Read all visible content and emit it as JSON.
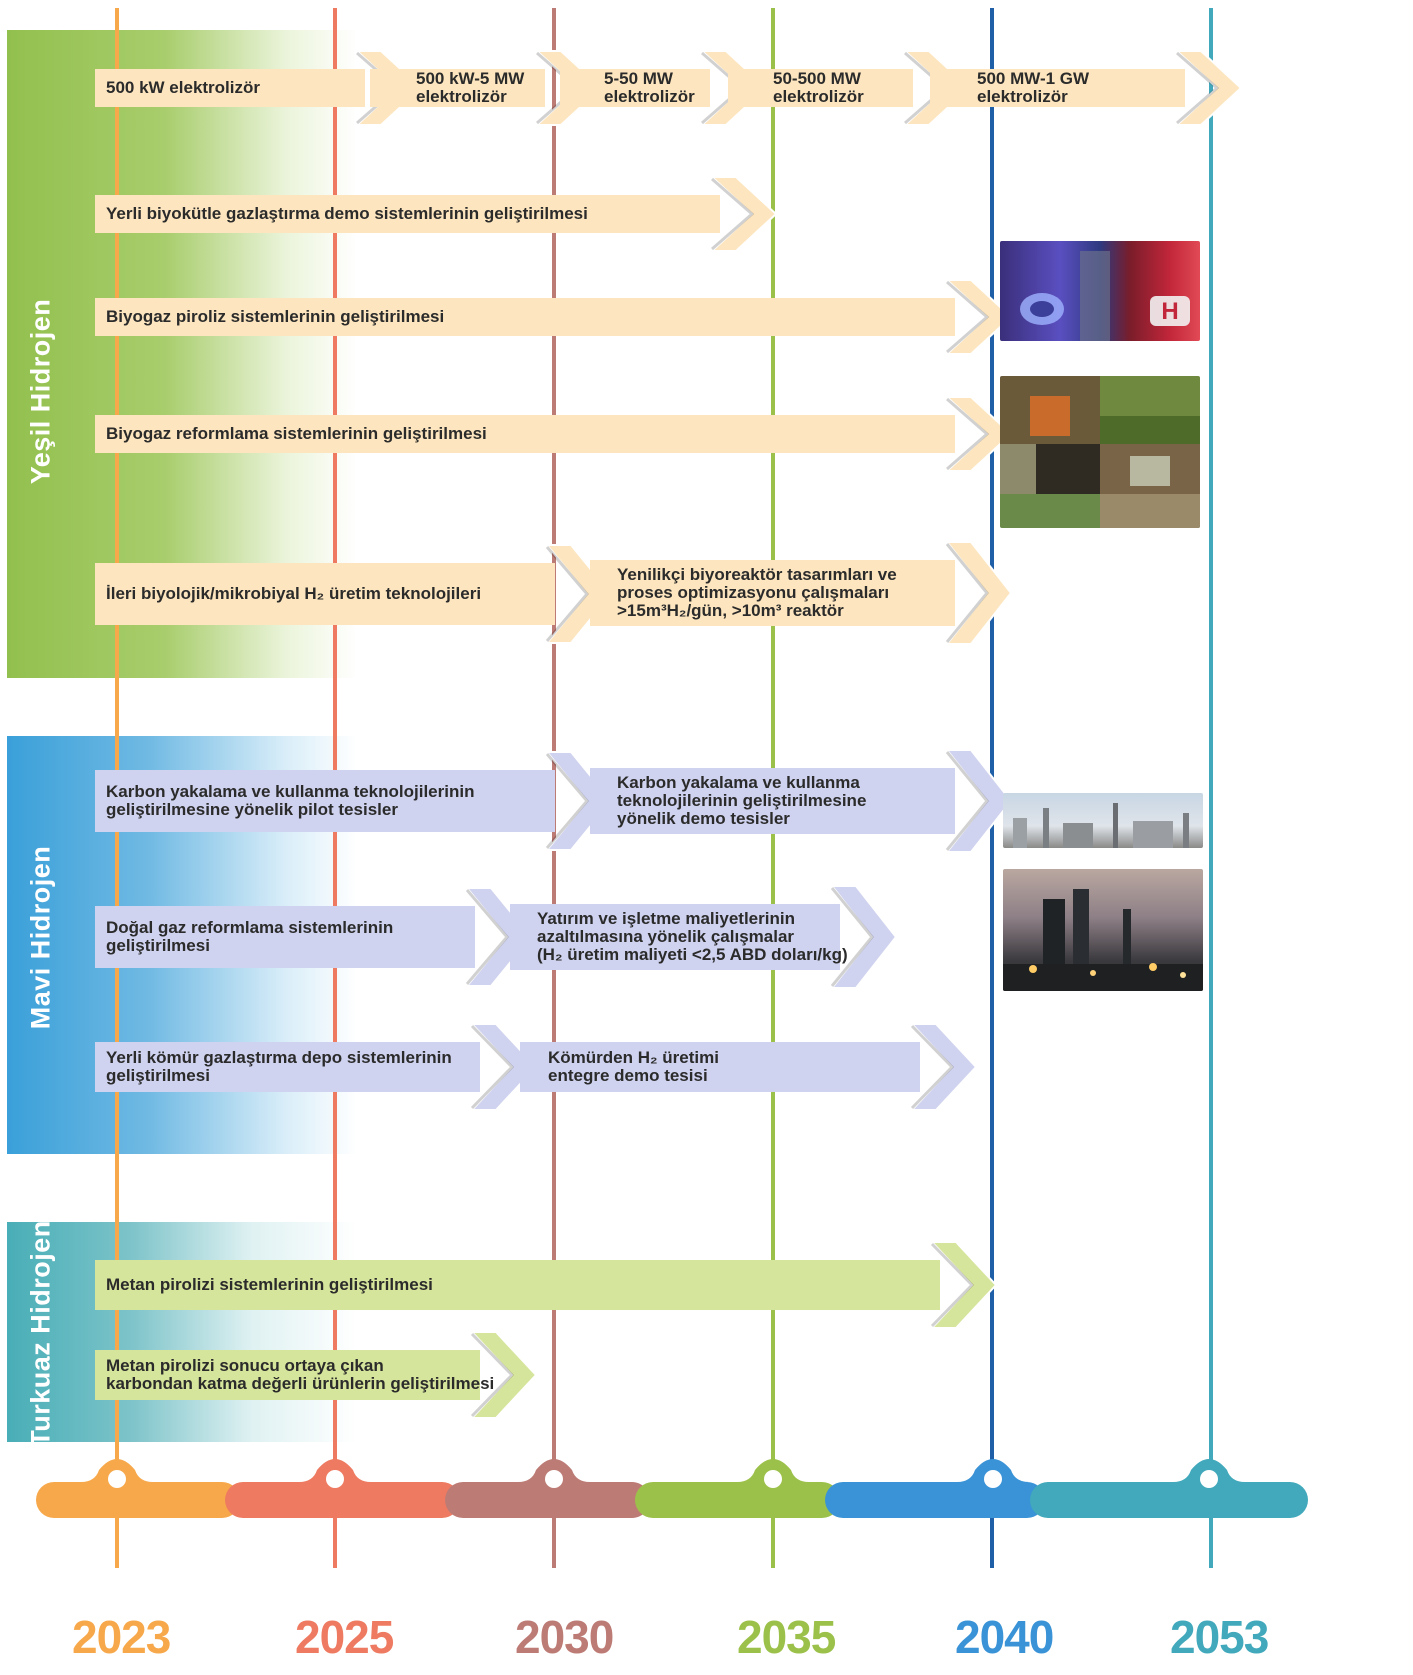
{
  "years": [
    {
      "label": "2023",
      "color": "#f7a84a"
    },
    {
      "label": "2025",
      "color": "#ee7b61"
    },
    {
      "label": "2030",
      "color": "#bd7b75"
    },
    {
      "label": "2035",
      "color": "#9cc14a"
    },
    {
      "label": "2040",
      "color": "#1f5fa7"
    },
    {
      "label": "2053",
      "color": "#41a9bb"
    }
  ],
  "categories": [
    {
      "label": "Yeşil Hidrojen",
      "color": "#92c04e"
    },
    {
      "label": "Mavi Hidrojen",
      "color": "#3aa0d9"
    },
    {
      "label": "Turkuaz Hidrojen",
      "color": "#49aeb7"
    }
  ],
  "green": {
    "electrolyzer": [
      "500 kW elektrolizör",
      "500 kW-5 MW\nelektrolizör",
      "5-50 MW\nelektrolizör",
      "50-500 MW\nelektrolizör",
      "500 MW-1 GW\nelektrolizör"
    ],
    "biomass": "Yerli biyokütle gazlaştırma demo sistemlerinin geliştirilmesi",
    "pyrolysis": "Biyogaz piroliz sistemlerinin geliştirilmesi",
    "reforming": "Biyogaz reformlama sistemlerinin geliştirilmesi",
    "bio_a": "İleri biyolojik/mikrobiyal H₂ üretim teknolojileri",
    "bio_b": "Yenilikçi biyoreaktör tasarımları ve\nproses optimizasyonu çalışmaları\n>15m³H₂/gün, >10m³ reaktör"
  },
  "blue": {
    "ccus_a": "Karbon yakalama ve kullanma teknolojilerinin\ngeliştirilmesine yönelik pilot tesisler",
    "ccus_b": "Karbon yakalama ve kullanma\nteknolojilerinin geliştirilmesine\nyönelik demo tesisler",
    "gas_a": "Doğal gaz reformlama sistemlerinin\ngeliştirilmesi",
    "gas_b": "Yatırım ve işletme maliyetlerinin\nazaltılmasına yönelik çalışmalar\n(H₂ üretim maliyeti <2,5 ABD doları/kg)",
    "coal_a": "Yerli kömür gazlaştırma depo sistemlerinin\ngeliştirilmesi",
    "coal_b": "Kömürden H₂ üretimi\nentegre demo tesisi"
  },
  "turquoise": {
    "methane": "Metan pirolizi sistemlerinin geliştirilmesi",
    "carbon": "Metan pirolizi sonucu ortaya çıkan\nkarbondan katma değerli ürünlerin geliştirilmesi"
  },
  "colors": {
    "green_bar": "#fde6bf",
    "blue_bar": "#cfd3ef",
    "turq_bar": "#d6e59c"
  }
}
